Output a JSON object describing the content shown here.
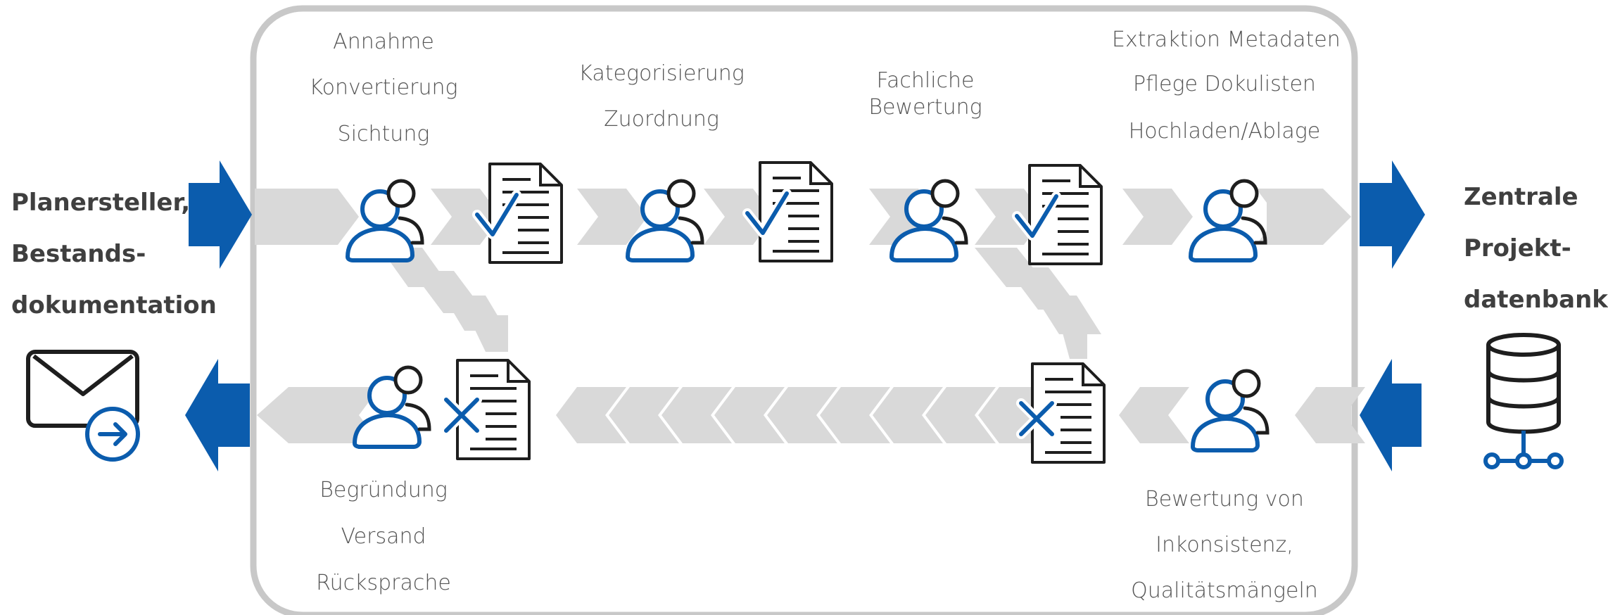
{
  "source_label": {
    "lines": [
      "Planersteller,",
      "Bestands-",
      "dokumentation"
    ]
  },
  "target_label": {
    "lines": [
      "Zentrale",
      "Projekt-",
      "datenbank"
    ]
  },
  "steps": {
    "intake": [
      "Annahme",
      "Konvertierung",
      "Sichtung"
    ],
    "categorize": [
      "Kategorisierung",
      "Zuordnung"
    ],
    "review": [
      "Fachliche",
      "Bewertung"
    ],
    "upload": [
      "Extraktion Metadaten",
      "Pflege Dokulisten",
      "Hochladen/Ablage"
    ],
    "reject": [
      "Begründung",
      "Versand",
      "Rücksprache"
    ],
    "inconsistency": [
      "Bewertung von",
      "Inkonsistenz,",
      "Qualitätsmängeln"
    ]
  },
  "icons": {
    "person": "person-icon",
    "doc_check": "document-check-icon",
    "doc_cross": "document-reject-icon",
    "mail": "mail-send-icon",
    "database": "database-icon"
  },
  "colors": {
    "accent": "#0B5CAD",
    "arrow_gray": "#D9D9D9",
    "frame_gray": "#C8C8C8",
    "icon_dark": "#1E1E1E"
  }
}
